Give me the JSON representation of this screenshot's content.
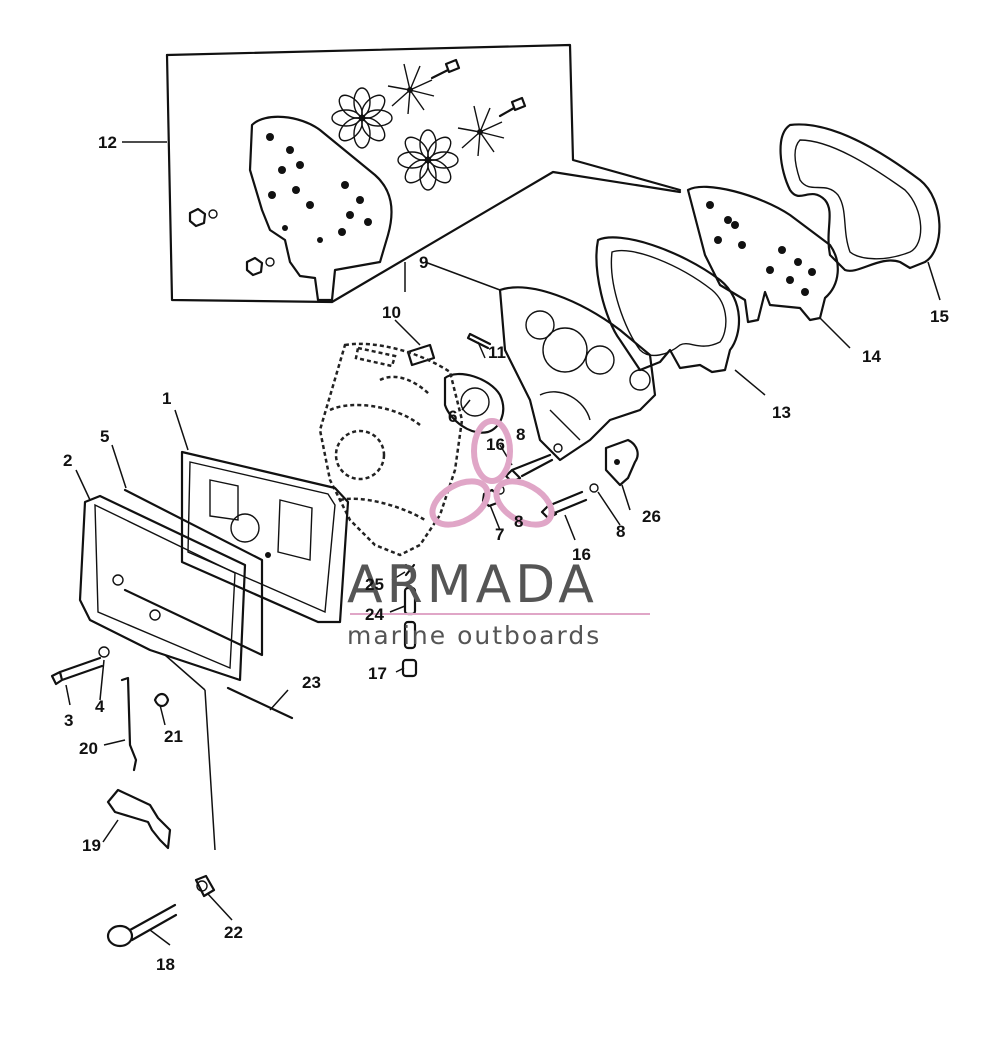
{
  "callouts": [
    {
      "id": "1",
      "text": "1"
    },
    {
      "id": "2",
      "text": "2"
    },
    {
      "id": "3",
      "text": "3"
    },
    {
      "id": "4",
      "text": "4"
    },
    {
      "id": "5",
      "text": "5"
    },
    {
      "id": "6",
      "text": "6"
    },
    {
      "id": "7",
      "text": "7"
    },
    {
      "id": "8a",
      "text": "8"
    },
    {
      "id": "8b",
      "text": "8"
    },
    {
      "id": "8c",
      "text": "8"
    },
    {
      "id": "9",
      "text": "9"
    },
    {
      "id": "10",
      "text": "10"
    },
    {
      "id": "11",
      "text": "11"
    },
    {
      "id": "12",
      "text": "12"
    },
    {
      "id": "13",
      "text": "13"
    },
    {
      "id": "14",
      "text": "14"
    },
    {
      "id": "15",
      "text": "15"
    },
    {
      "id": "16a",
      "text": "16"
    },
    {
      "id": "16b",
      "text": "16"
    },
    {
      "id": "17",
      "text": "17"
    },
    {
      "id": "18",
      "text": "18"
    },
    {
      "id": "19",
      "text": "19"
    },
    {
      "id": "20",
      "text": "20"
    },
    {
      "id": "21",
      "text": "21"
    },
    {
      "id": "22",
      "text": "22"
    },
    {
      "id": "23",
      "text": "23"
    },
    {
      "id": "24",
      "text": "24"
    },
    {
      "id": "25",
      "text": "25"
    },
    {
      "id": "26",
      "text": "26"
    }
  ],
  "watermark": {
    "brand": "ARMADA",
    "tagline": "marine outboards",
    "accent_color": "#e0a6c7"
  },
  "colors": {
    "ink": "#111111",
    "background": "#ffffff"
  }
}
